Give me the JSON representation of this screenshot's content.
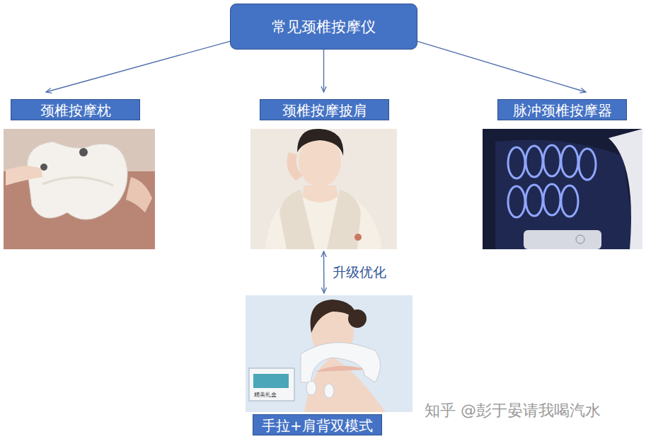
{
  "diagram": {
    "nodes": [
      {
        "text": [
          "常见颈椎按摩仪"
        ]
      },
      {
        "text": [
          "颈椎按摩枕"
        ]
      },
      {
        "text": [
          "颈椎按摩披肩"
        ]
      },
      {
        "text": [
          "脉冲颈椎按摩器"
        ]
      },
      {
        "text": [
          "手拉+肩背双模式"
        ]
      }
    ],
    "edges": [
      {
        "from": 0,
        "to": 1,
        "arrow": "to"
      },
      {
        "from": 0,
        "to": 2,
        "arrow": "to"
      },
      {
        "from": 0,
        "to": 3,
        "arrow": "to"
      },
      {
        "from": 2,
        "to": 4,
        "label": "升级优化",
        "arrow": "both"
      }
    ],
    "labels": [
      "精美礼盒",
      "知乎 @彭于晏请我喝汽水"
    ]
  }
}
